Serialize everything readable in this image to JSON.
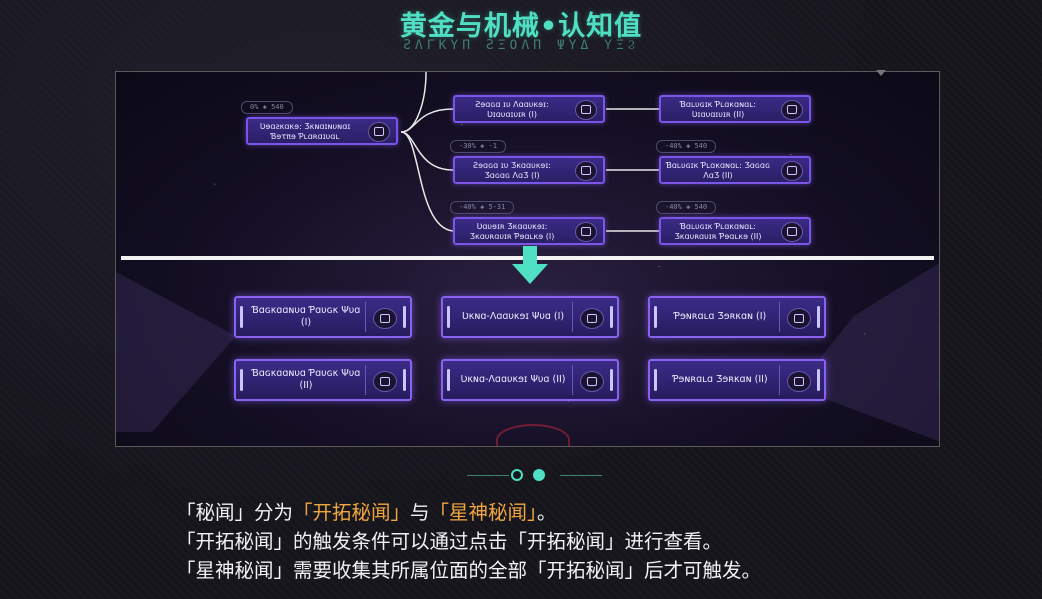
{
  "header": {
    "title": "黄金与机械•认知值",
    "subtitle": "ƧΛΓΚΥΠ ƧΞΟΛΠ ΨΥΔ ΥΞϨ"
  },
  "top_tree": {
    "root": {
      "label": "Ʋɘɑƨκɑκɘ: Ʒκɴɑɪɴυɴɑɪ Ɓɘτπɘ Ƥʟɑʀɑɪυɑʟ",
      "tag": "0% ◈ 540"
    },
    "branches": [
      {
        "label": "Ƨɘɑɢɑ ɪυ Ʌɑɑυκɘɪ: Ʋɪɑυɑɪυɪʀ (I)",
        "tag": "",
        "next_label": "Ɓɑʟυɢɪκ Ƥʟɑκɑɴɑʟ: Ʋɪɑυɑɪυɪʀ (II)",
        "next_tag": ""
      },
      {
        "label": "Ƨɘɑɢɑ ɪυ Ʒκɑɑυκɘɪ: Ʒɑɢɑɢ ɅɑƷ (I)",
        "tag": "-30% ◈ -1",
        "next_label": "Ɓɑʟυɢɪκ Ƥʟɑκɑɴɑʟ: Ʒɑɢɑɢ ɅɑƷ (II)",
        "next_tag": "-40% ◈ 540"
      },
      {
        "label": "Ʋɑυɘɪʀ Ʒκɑɑυκɘɪ: Ʒκɑυʀɑυɪʀ Ƥɘɑʟκɘ (I)",
        "tag": "-40% ◈ 5-31",
        "next_label": "Ɓɑʟυɢɪκ Ƥʟɑκɑɴɑʟ: Ʒκɑυʀɑυɪʀ Ƥɘɑʟκɘ (II)",
        "next_tag": "-40% ◈ 540"
      }
    ]
  },
  "bottom_nodes": [
    {
      "label": "Ɓɑɢκɑɑɴυɑ Ƥɑυɢκ Ψυɑ (I)"
    },
    {
      "label": "Ʋκɴɑ-Ʌɑɑυκɘɪ Ψυɑ (I)"
    },
    {
      "label": "Ƥɘɴʀɑʟɑ Ʒɘʀκɑɴ (I)"
    },
    {
      "label": "Ɓɑɢκɑɑɴυɑ Ƥɑυɢκ Ψυɑ (II)"
    },
    {
      "label": "Ʋκɴɑ-Ʌɑɑυκɘɪ Ψυɑ (II)"
    },
    {
      "label": "Ƥɘɴʀɑʟɑ Ʒɘʀκɑɴ (II)"
    }
  ],
  "pager": {
    "pages": 2,
    "current": 2
  },
  "description": {
    "line1": {
      "a": "「秘闻」分为",
      "b": "「开拓秘闻」",
      "c": "与",
      "d": "「星神秘闻」",
      "e": "。"
    },
    "line2": "「开拓秘闻」的触发条件可以通过点击「开拓秘闻」进行查看。",
    "line3": "「星神秘闻」需要收集其所属位面的全部「开拓秘闻」后才可触发。"
  },
  "colors": {
    "accent": "#4fe0c4",
    "highlight": "#f0a640",
    "node_border": "#7a55e8"
  }
}
